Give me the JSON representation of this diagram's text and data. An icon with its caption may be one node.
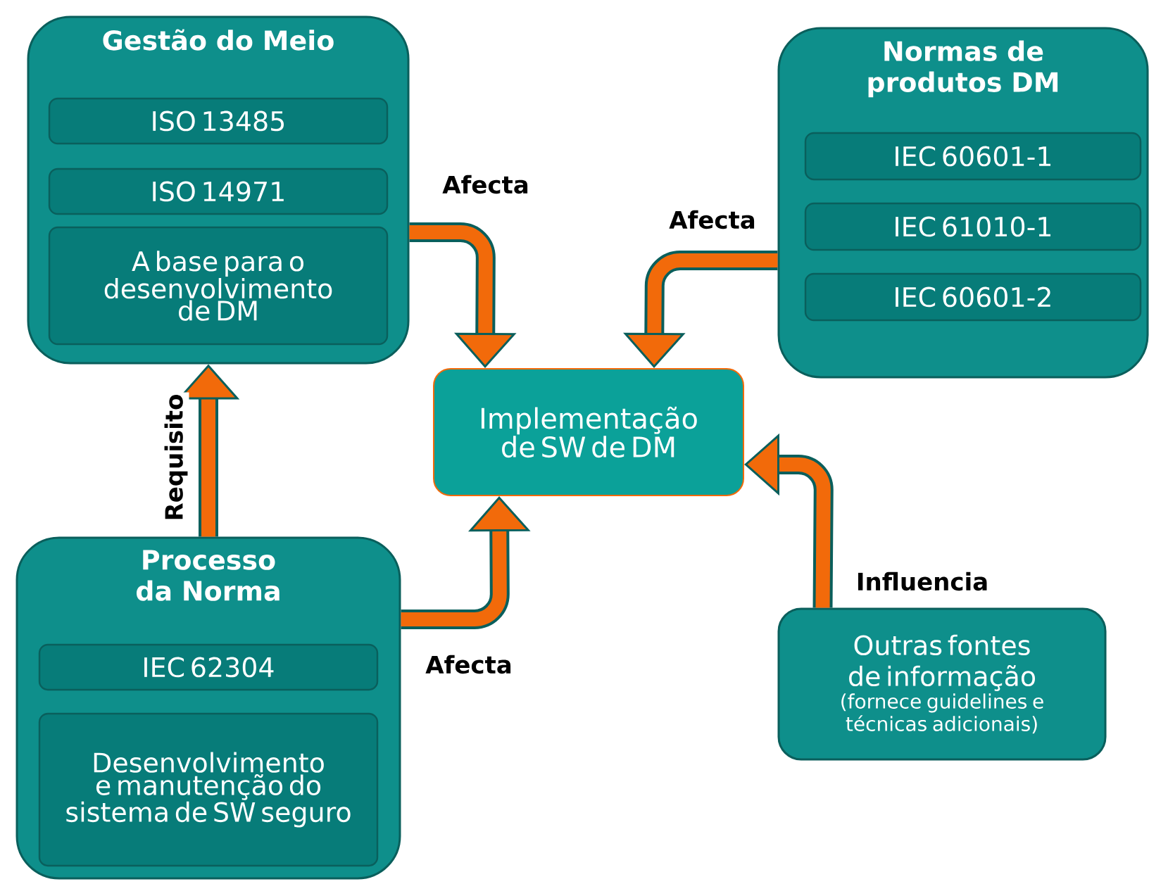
{
  "diagram": {
    "nodes": [
      {
        "text": [
          "Gestão do Meio"
        ]
      },
      {
        "text": [
          "ISO 13485"
        ],
        "in": 0
      },
      {
        "text": [
          "ISO 14971"
        ],
        "in": 0
      },
      {
        "text": [
          "A base para o desenvolvimento de DM"
        ],
        "in": 0
      },
      {
        "text": [
          "Normas de produtos DM"
        ]
      },
      {
        "text": [
          "IEC 60601-1"
        ],
        "in": 4
      },
      {
        "text": [
          "IEC 61010-1"
        ],
        "in": 4
      },
      {
        "text": [
          "IEC 60601-2"
        ],
        "in": 4
      },
      {
        "text": [
          "Implementação de SW de DM"
        ]
      },
      {
        "text": [
          "Processo da Norma"
        ]
      },
      {
        "text": [
          "IEC 62304"
        ],
        "in": 9
      },
      {
        "text": [
          "Desenvolvimento e manutenção do sistema de SW seguro"
        ],
        "in": 9
      },
      {
        "text": [
          "Outras fontes de informação",
          "(fornece guidelines e técnicas adicionais)"
        ]
      }
    ],
    "edges": [
      {
        "from": 0,
        "to": 8,
        "arrow": "to",
        "label": "Afecta"
      },
      {
        "from": 4,
        "to": 8,
        "arrow": "to",
        "label": "Afecta"
      },
      {
        "from": 9,
        "to": 0,
        "arrow": "to",
        "label": "Requisito"
      },
      {
        "from": 9,
        "to": 8,
        "arrow": "to",
        "label": "Afecta"
      },
      {
        "from": 12,
        "to": 8,
        "arrow": "to",
        "label": "Influencia"
      }
    ]
  }
}
